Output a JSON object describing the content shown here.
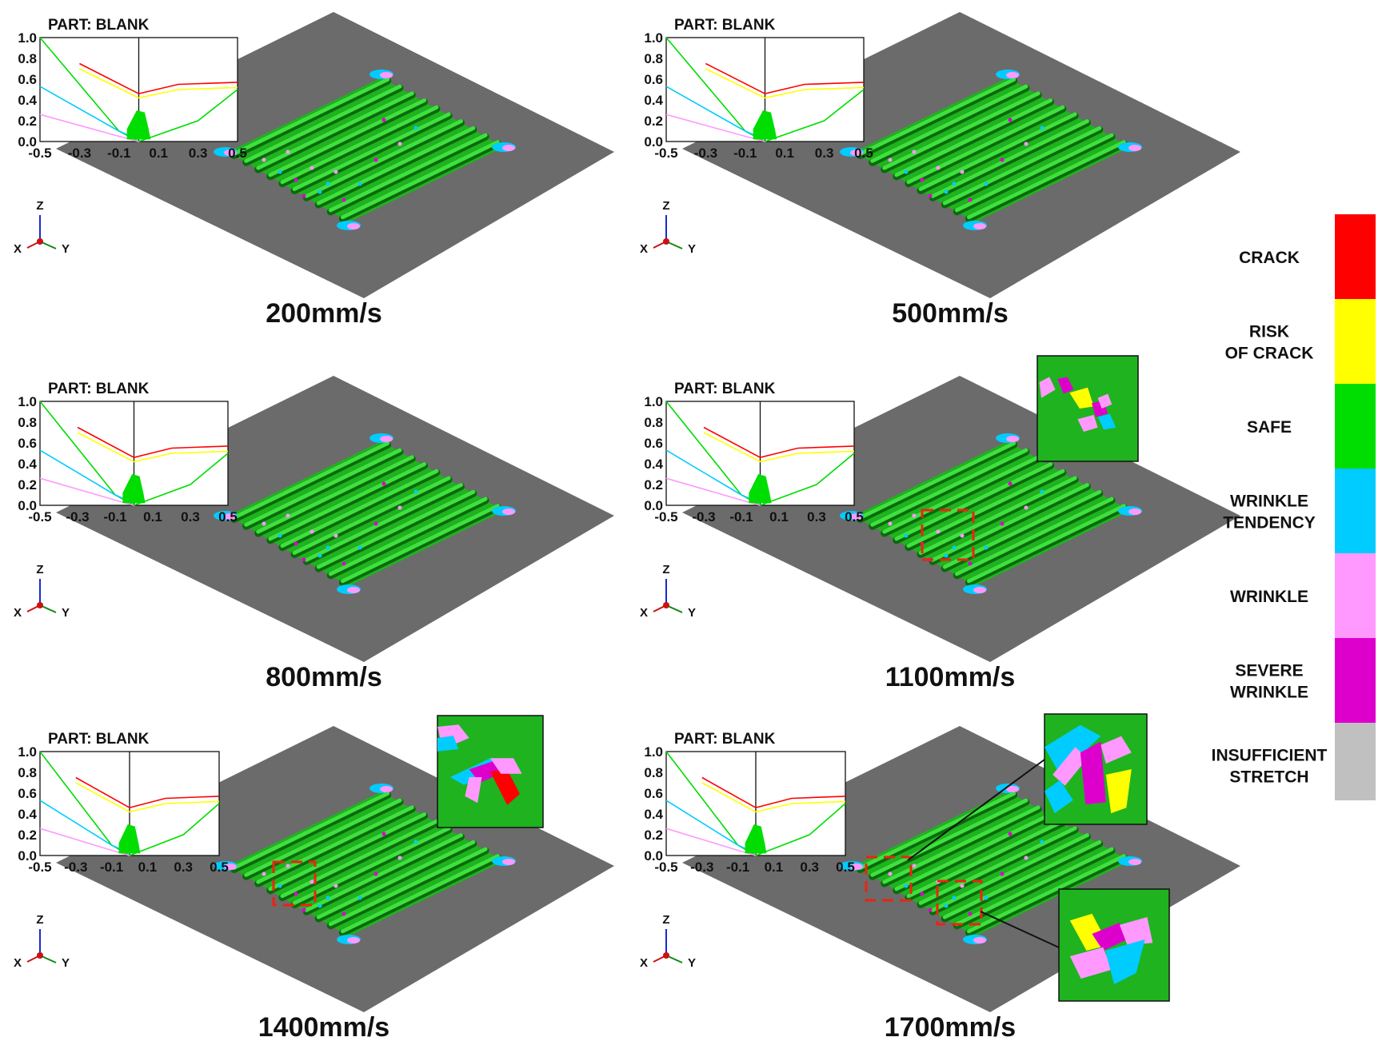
{
  "panels": [
    {
      "part_title": "PART: BLANK",
      "speed": "200mm/s",
      "zoom_insets": []
    },
    {
      "part_title": "PART: BLANK",
      "speed": "500mm/s",
      "zoom_insets": []
    },
    {
      "part_title": "PART: BLANK",
      "speed": "800mm/s",
      "zoom_insets": []
    },
    {
      "part_title": "PART: BLANK",
      "speed": "1100mm/s",
      "zoom_insets": [
        "inset-a"
      ]
    },
    {
      "part_title": "PART: BLANK",
      "speed": "1400mm/s",
      "zoom_insets": [
        "inset-b"
      ]
    },
    {
      "part_title": "PART: BLANK",
      "speed": "1700mm/s",
      "zoom_insets": [
        "inset-c",
        "inset-d"
      ]
    }
  ],
  "flc_axes": {
    "y_ticks": [
      "1.0",
      "0.8",
      "0.6",
      "0.4",
      "0.2",
      "0.0"
    ],
    "x_ticks": [
      "-0.5",
      "-0.3",
      "-0.1",
      "0.1",
      "0.3",
      "0.5"
    ]
  },
  "triad": {
    "z": "Z",
    "x": "X",
    "y": "Y"
  },
  "legend": {
    "items": [
      {
        "lines": [
          "CRACK"
        ],
        "color": "#ff0000"
      },
      {
        "lines": [
          "RISK",
          "OF CRACK"
        ],
        "color": "#ffff00"
      },
      {
        "lines": [
          "SAFE"
        ],
        "color": "#00dd00"
      },
      {
        "lines": [
          "WRINKLE",
          "TENDENCY"
        ],
        "color": "#00ccff"
      },
      {
        "lines": [
          "WRINKLE"
        ],
        "color": "#ff99ff"
      },
      {
        "lines": [
          "SEVERE",
          "WRINKLE"
        ],
        "color": "#dd00cc"
      },
      {
        "lines": [
          "INSUFFICIENT",
          "STRETCH"
        ],
        "color": "#c0c0c0"
      }
    ]
  },
  "colors": {
    "crack": "#ff0000",
    "risk_of_crack": "#ffff00",
    "safe": "#00dd00",
    "wrinkle_tendency": "#00ccff",
    "wrinkle": "#ff99ff",
    "severe_wrinkle": "#dd00cc",
    "insufficient_stretch": "#c0c0c0",
    "sheet": "#6b6b6b",
    "blank_green": "#1fb31f",
    "highlight_box": "#ee2211"
  }
}
